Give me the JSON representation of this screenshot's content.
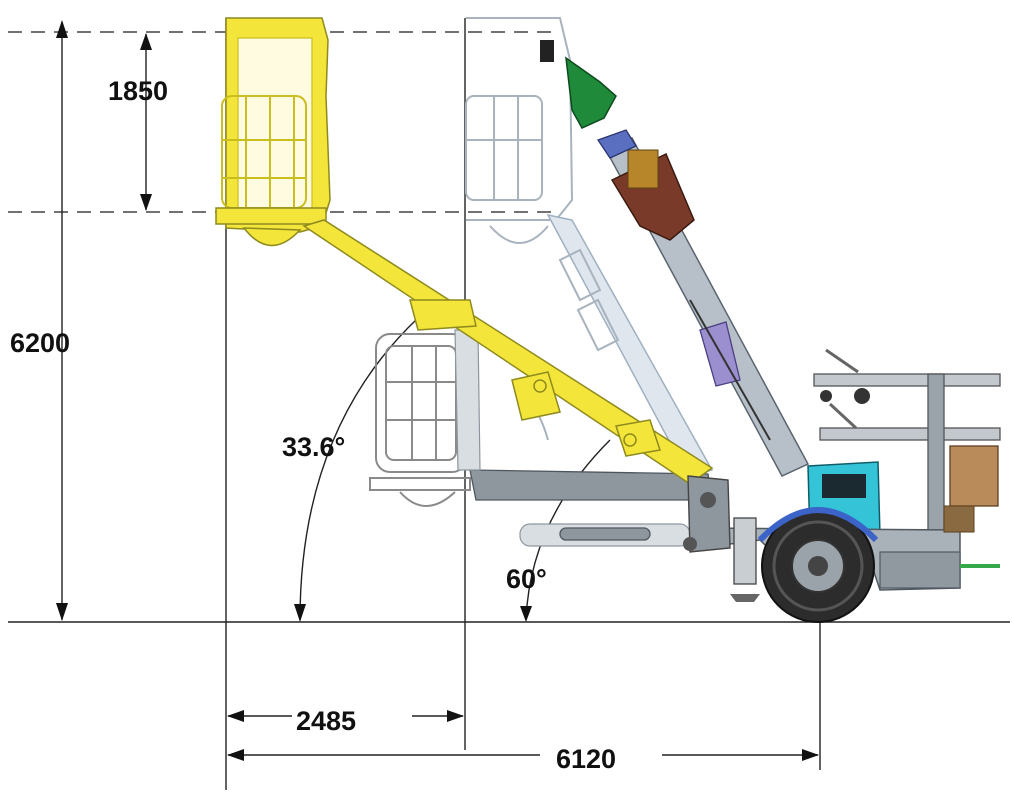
{
  "dimensions": {
    "platform_height": "1850",
    "total_height": "6200",
    "outreach_offset": "2485",
    "total_outreach": "6120"
  },
  "angles": {
    "boom_lower": "33.6°",
    "boom_upper": "60°"
  },
  "colors": {
    "boom_yellow": "#f3e53a",
    "cab_cyan": "#35c3d8",
    "cradle_green": "#1f8a3a",
    "drill_brown": "#7a3a2a",
    "lilac_hydraulic": "#9c8fd0"
  }
}
